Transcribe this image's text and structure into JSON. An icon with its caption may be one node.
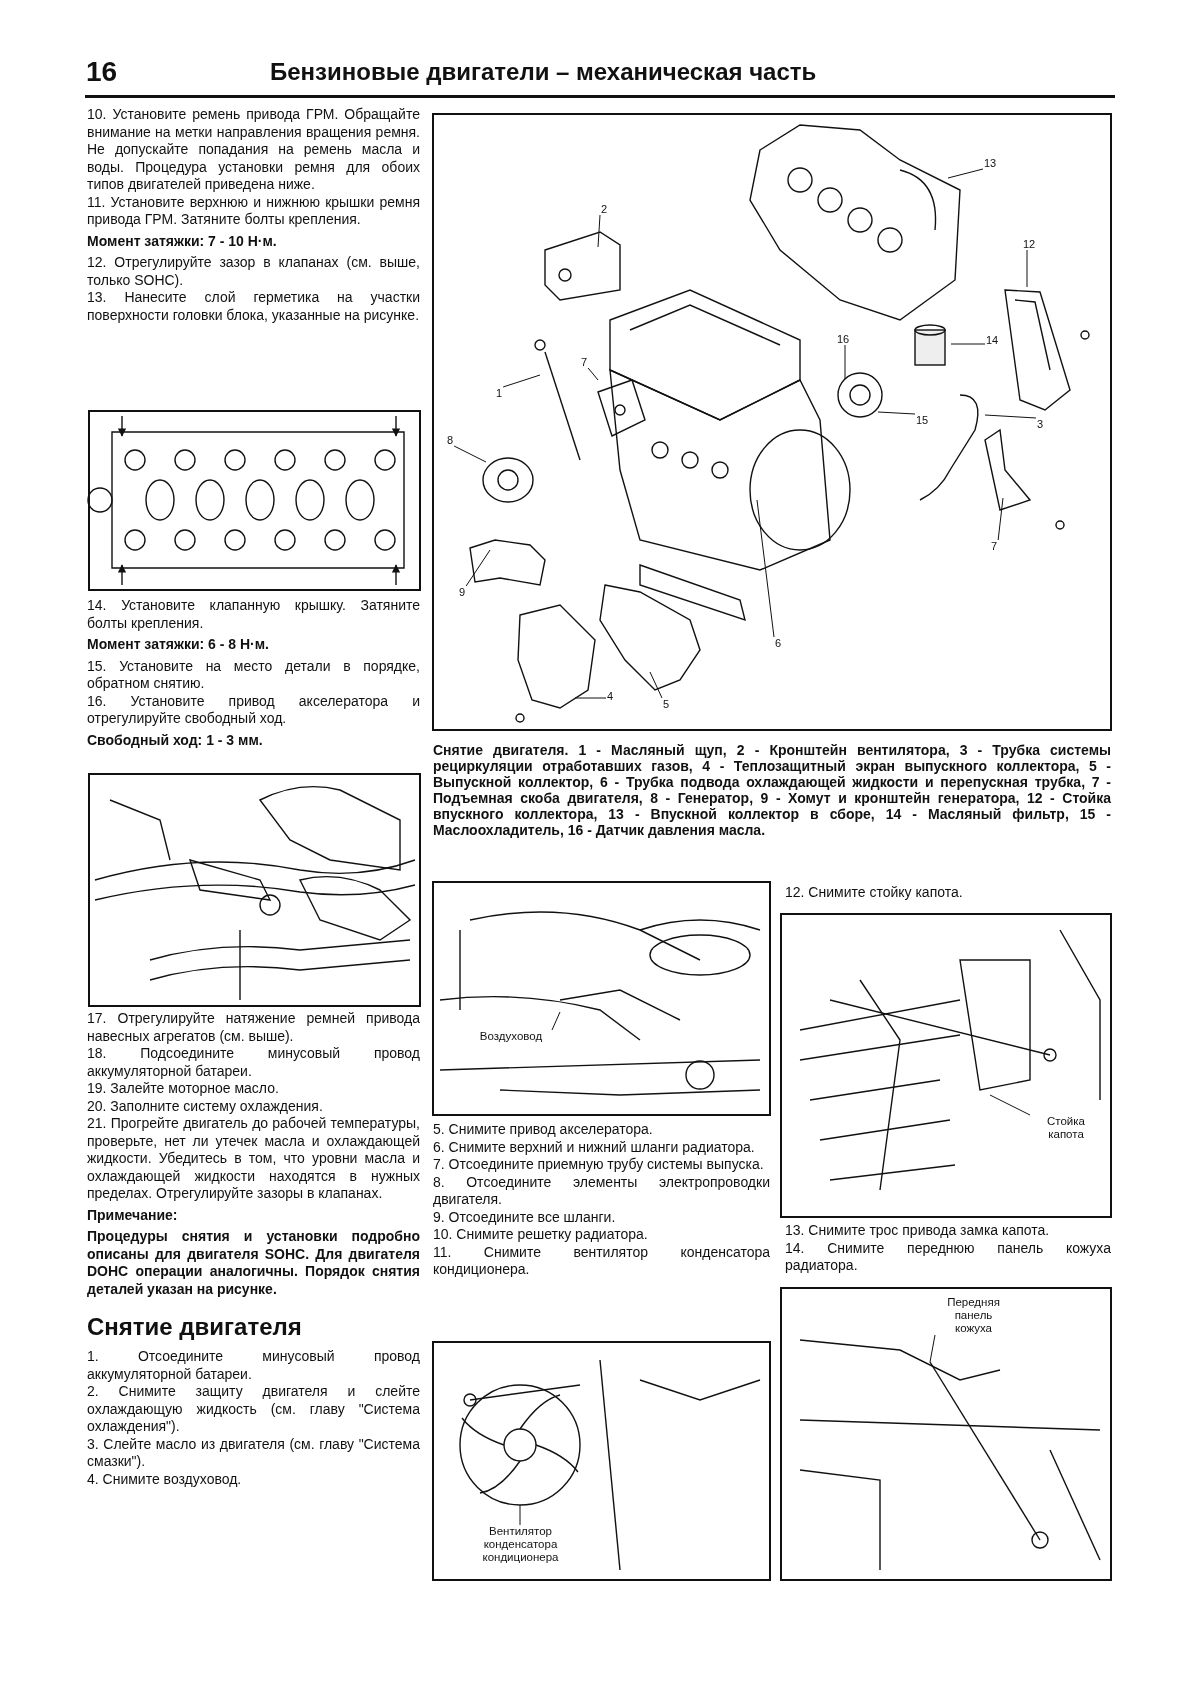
{
  "diagram": {
    "title": "Бензиновые двигатели – механическая часть",
    "nodes": [
      {
        "text": [
          "13"
        ]
      },
      {
        "text": [
          "2"
        ]
      },
      {
        "text": [
          "12"
        ]
      },
      {
        "text": [
          "16"
        ]
      },
      {
        "text": [
          "14"
        ]
      },
      {
        "text": [
          "1"
        ]
      },
      {
        "text": [
          "7"
        ]
      },
      {
        "text": [
          "15"
        ]
      },
      {
        "text": [
          "3"
        ]
      },
      {
        "text": [
          "8"
        ]
      },
      {
        "text": [
          "9"
        ]
      },
      {
        "text": [
          "7"
        ]
      },
      {
        "text": [
          "6"
        ]
      },
      {
        "text": [
          "4"
        ]
      },
      {
        "text": [
          "5"
        ]
      },
      {
        "text": [
          "Воздуховод"
        ]
      },
      {
        "text": [
          "Стойка капота"
        ]
      },
      {
        "text": [
          "Передняя панель кожуха"
        ]
      },
      {
        "text": [
          "Вентилятор конденсатора кондиционера"
        ]
      }
    ],
    "edges": [
      {
        "from": 0,
        "to": null,
        "arrow": "none"
      },
      {
        "from": 1,
        "to": null,
        "arrow": "none"
      },
      {
        "from": 2,
        "to": null,
        "arrow": "none"
      },
      {
        "from": 3,
        "to": null,
        "arrow": "none"
      },
      {
        "from": 4,
        "to": null,
        "arrow": "none"
      },
      {
        "from": 5,
        "to": null,
        "arrow": "none"
      },
      {
        "from": 6,
        "to": null,
        "arrow": "none"
      },
      {
        "from": 7,
        "to": null,
        "arrow": "none"
      },
      {
        "from": 8,
        "to": null,
        "arrow": "none"
      },
      {
        "from": 9,
        "to": null,
        "arrow": "none"
      },
      {
        "from": 10,
        "to": null,
        "arrow": "none"
      },
      {
        "from": 11,
        "to": null,
        "arrow": "none"
      },
      {
        "from": 12,
        "to": null,
        "arrow": "none"
      },
      {
        "from": 13,
        "to": null,
        "arrow": "none"
      },
      {
        "from": 14,
        "to": null,
        "arrow": "none"
      },
      {
        "from": 15,
        "to": null,
        "arrow": "none"
      },
      {
        "from": 16,
        "to": null,
        "arrow": "none"
      },
      {
        "from": 17,
        "to": null,
        "arrow": "none"
      },
      {
        "from": 18,
        "to": null,
        "arrow": "none"
      }
    ],
    "labels": [
      "16",
      "10. Установите ремень привода ГРМ. Обращайте внимание на метки направления вращения ремня. Не допускайте попадания на ремень масла и воды. Процедура установки ремня для обоих типов двигателей приведена ниже.",
      "11. Установите верхнюю и нижнюю крышки ремня привода ГРМ. Затяните болты крепления.",
      "Момент затяжки: 7 - 10 Н·м.",
      "12. Отрегулируйте зазор в клапанах (см. выше, только SOHC).",
      "13. Нанесите слой герметика на участки поверхности головки блока, указанные на рисунке.",
      "14. Установите клапанную крышку. Затяните болты крепления.",
      "Момент затяжки: 6 - 8 Н·м.",
      "15. Установите на место детали в порядке, обратном снятию.",
      "16. Установите привод акселератора и отрегулируйте свободный ход.",
      "Свободный ход: 1 - 3 мм.",
      "17. Отрегулируйте натяжение ремней привода навесных агрегатов (см. выше).",
      "18. Подсоедините минусовый провод аккумуляторной батареи.",
      "19. Залейте моторное масло.",
      "20. Заполните систему охлаждения.",
      "21. Прогрейте двигатель до рабочей температуры, проверьте, нет ли утечек масла и охлаждающей жидкости. Убедитесь в том, что уровни масла и охлаждающей жидкости находятся в нужных пределах. Отрегулируйте зазоры в клапанах.",
      "Примечание:",
      "Процедуры снятия и установки подробно описаны для двигателя SOHC. Для двигателя DOHC операции аналогичны. Порядок снятия деталей указан на рисунке.",
      "Снятие двигателя",
      "1. Отсоедините минусовый провод аккумуляторной батареи.",
      "2. Снимите защиту двигателя и слейте охлаждающую жидкость (см. главу \"Система охлаждения\").",
      "3. Слейте масло из двигателя (см. главу \"Система смазки\").",
      "4. Снимите воздуховод.",
      "Снятие двигателя. 1 - Масляный щуп, 2 - Кронштейн вентилятора, 3 - Трубка системы рециркуляции отработавших газов, 4 - Теплозащитный экран выпускного коллектора, 5 - Выпускной коллектор, 6 - Трубка подвода охлаждающей жидкости и перепускная трубка, 7 - Подъемная скоба двигателя, 8 - Генератор, 9 - Хомут и кронштейн генератора, 12 - Стойка впускного коллектора, 13 - Впускной коллектор в сборе, 14 - Масляный фильтр, 15 - Маслоохладитель, 16 - Датчик давления масла.",
      "12. Снимите стойку капота.",
      "5. Снимите привод акселератора.",
      "6. Снимите верхний и нижний шланги радиатора.",
      "7. Отсоедините приемную трубу системы выпуска.",
      "8. Отсоедините элементы электропроводки двигателя.",
      "9. Отсоедините все шланги.",
      "10. Снимите решетку радиатора.",
      "11. Снимите вентилятор конденсатора кондиционера.",
      "13. Снимите трос привода замка капота.",
      "14. Снимите переднюю панель кожуха радиатора."
    ]
  }
}
